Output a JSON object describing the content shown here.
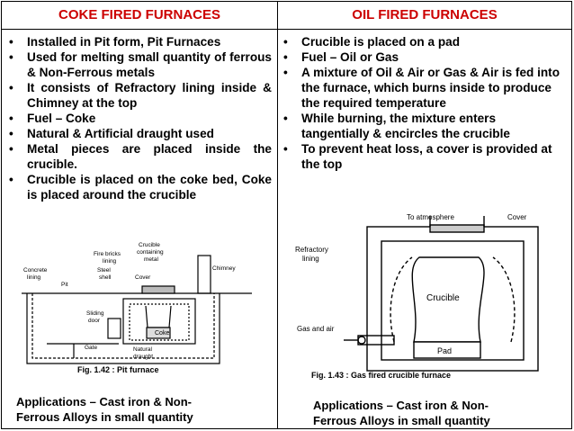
{
  "headers": {
    "left": "COKE FIRED FURNACES",
    "right": "OIL FIRED FURNACES"
  },
  "coke": {
    "bullets": [
      "Installed in Pit form, Pit Furnaces",
      "Used for melting small quantity of ferrous & Non-Ferrous metals",
      "It consists of Refractory lining inside & Chimney at the top",
      "Fuel – Coke",
      "Natural & Artificial draught used",
      "Metal pieces are placed inside the crucible.",
      "Crucible is placed on the coke bed, Coke is placed around the crucible"
    ],
    "figure": {
      "caption": "Fig. 1.42 :  Pit furnace",
      "labels": {
        "crucible": "Crucible",
        "containing": "containing",
        "metal": "metal",
        "fire_bricks": "Fire bricks",
        "lining": "lining",
        "steel": "Steel",
        "shell": "shell",
        "cover": "Cover",
        "chimney": "Chimney",
        "concrete": "Concrete",
        "concrete_lining": "lining",
        "pit": "Pit",
        "sliding": "Sliding",
        "door": "door",
        "coke": "Coke",
        "gate": "Gate",
        "natural": "Natural",
        "draught": "draught"
      }
    },
    "applications": [
      "Applications – Cast iron & Non-",
      "Ferrous Alloys in small quantity"
    ]
  },
  "oil": {
    "bullets": [
      "Crucible is placed on a pad",
      "Fuel – Oil or Gas",
      "A mixture of Oil & Air or Gas & Air is fed into the furnace, which burns inside to produce the required temperature",
      "While burning, the mixture enters tangentially & encircles the crucible",
      "To prevent heat loss, a cover is provided at the top"
    ],
    "figure": {
      "caption": "Fig. 1.43 : Gas fired crucible furnace",
      "labels": {
        "atmosphere": "To atmosphere",
        "cover": "Cover",
        "refractory": "Refractory",
        "lining": "lining",
        "crucible": "Crucible",
        "gas_air": "Gas and air",
        "pad": "Pad"
      }
    },
    "applications": [
      "Applications – Cast iron & Non-",
      "Ferrous Alloys in small quantity"
    ]
  }
}
